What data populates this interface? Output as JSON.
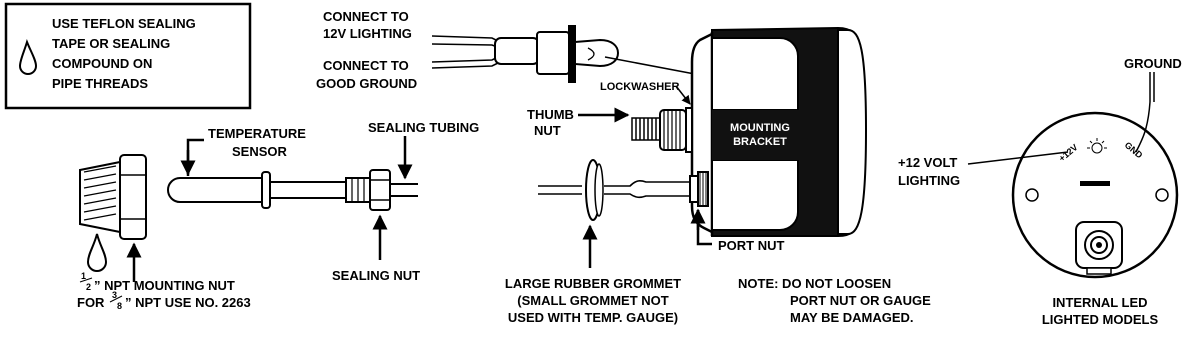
{
  "notice": {
    "lines": [
      "USE TEFLON SEALING",
      "TAPE OR SEALING",
      "COMPOUND ON",
      "PIPE THREADS"
    ]
  },
  "wiring": {
    "lighting_lines": [
      "CONNECT TO",
      "12V LIGHTING"
    ],
    "ground_lines": [
      "CONNECT TO",
      "GOOD GROUND"
    ]
  },
  "labels": {
    "lockwasher": "LOCKWASHER",
    "thumb_nut": [
      "THUMB",
      "NUT"
    ],
    "mounting_bracket": [
      "MOUNTING",
      "BRACKET"
    ],
    "port_nut": "PORT NUT",
    "temperature_sensor": [
      "TEMPERATURE",
      "SENSOR"
    ],
    "sealing_tubing": "SEALING TUBING",
    "sealing_nut": "SEALING NUT",
    "npt_nut": {
      "line1_frac_num": "1",
      "line1_frac_den": "2",
      "line1_rest": "” NPT MOUNTING NUT",
      "line2_prefix": "FOR ",
      "line2_frac_num": "3",
      "line2_frac_den": "8",
      "line2_rest": "” NPT USE NO. 2263"
    },
    "grommet": [
      "LARGE RUBBER GROMMET",
      "(SMALL GROMMET NOT",
      "USED WITH TEMP. GAUGE)"
    ],
    "note": [
      "NOTE:  DO NOT LOOSEN",
      "PORT NUT OR GAUGE",
      "MAY BE DAMAGED."
    ],
    "ground": "GROUND",
    "lighting_12v": [
      "+12 VOLT",
      "LIGHTING"
    ],
    "internal_led": [
      "INTERNAL LED",
      "LIGHTED MODELS"
    ],
    "back_12v": "+12V",
    "back_gnd": "GND"
  }
}
